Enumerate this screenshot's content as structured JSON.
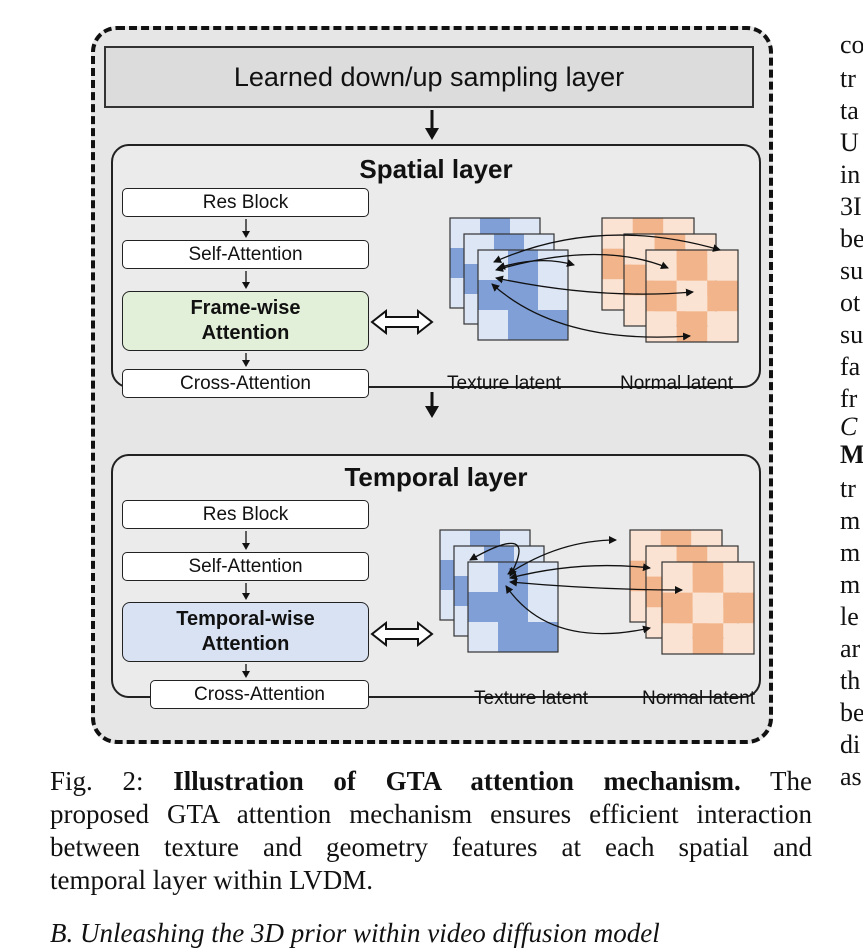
{
  "diagram": {
    "top_layer": "Learned down/up sampling layer",
    "spatial": {
      "title": "Spatial layer",
      "blocks": [
        "Res Block",
        "Self-Attention",
        "Frame-wise Attention",
        "Cross-Attention"
      ],
      "texture_label": "Texture latent",
      "normal_label": "Normal latent"
    },
    "temporal": {
      "title": "Temporal layer",
      "blocks": [
        "Res Block",
        "Self-Attention",
        "Temporal-wise Attention",
        "Cross-Attention"
      ],
      "texture_label": "Texture latent",
      "normal_label": "Normal latent"
    },
    "colors": {
      "texture_dark": "#7f9fd6",
      "texture_light": "#dce6f5",
      "normal_dark": "#f2b48a",
      "normal_light": "#fbe3d3",
      "frame_fill": "#e3f0d9",
      "temporal_fill": "#d9e2f3"
    }
  },
  "caption": {
    "prefix": "Fig. 2:",
    "title": "Illustration of GTA attention mechanism.",
    "line1_rest": "The",
    "line2": "proposed GTA attention mechanism ensures efficient interaction",
    "line3": "between texture and geometry features at each spatial and",
    "line4": "temporal layer within LVDM."
  },
  "bottom_text": "B.  Unleashing the 3D prior within video diffusion model",
  "right_column": [
    "co",
    "tr",
    "ta",
    "U",
    "in",
    "3I",
    "be",
    "su",
    "ot",
    "su",
    "fa",
    "fr",
    "C",
    "M",
    "tr",
    "m",
    "m",
    "m",
    "le",
    "ar",
    "th",
    "be",
    "di",
    "as"
  ]
}
